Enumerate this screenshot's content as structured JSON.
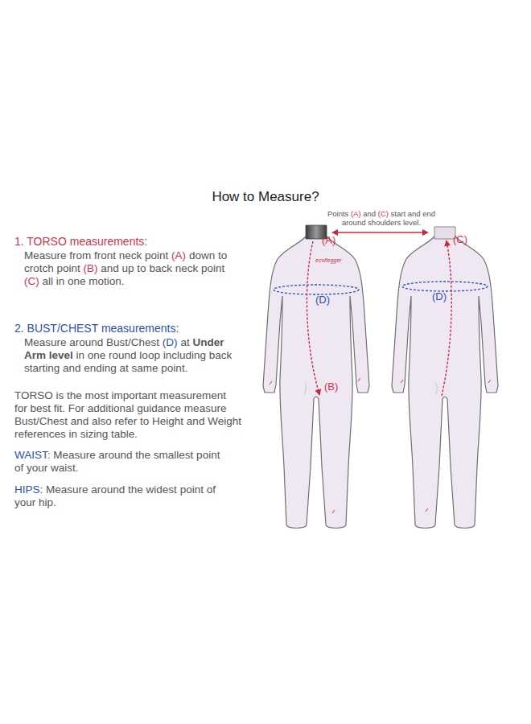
{
  "diagram": {
    "title": "How to Measure?",
    "labels": [
      "1. TORSO measurements:",
      "Measure from front neck point",
      "(A)",
      "down to crotch point",
      "(B)",
      "and up to back neck point",
      "(C)",
      "all in one motion.",
      "2. BUST/CHEST measurements:",
      "Measure around Bust/Chest",
      "(D)",
      "at",
      "Under Arm level",
      "in one round loop including back starting and ending at same point.",
      "TORSO is the most important measurement for best fit. For additional guidance measure Bust/Chest and also refer to Height and Weight references in sizing table.",
      "WAIST:",
      "Measure around the smallest point of your waist.",
      "HIPS:",
      "Measure around the widest point of your hip.",
      "Points",
      "(A)",
      "and",
      "(C)",
      "start and end around shoulders level.",
      "(A)",
      "ecoflegger",
      "(D)",
      "(B)",
      "(C)",
      "(D)"
    ]
  }
}
